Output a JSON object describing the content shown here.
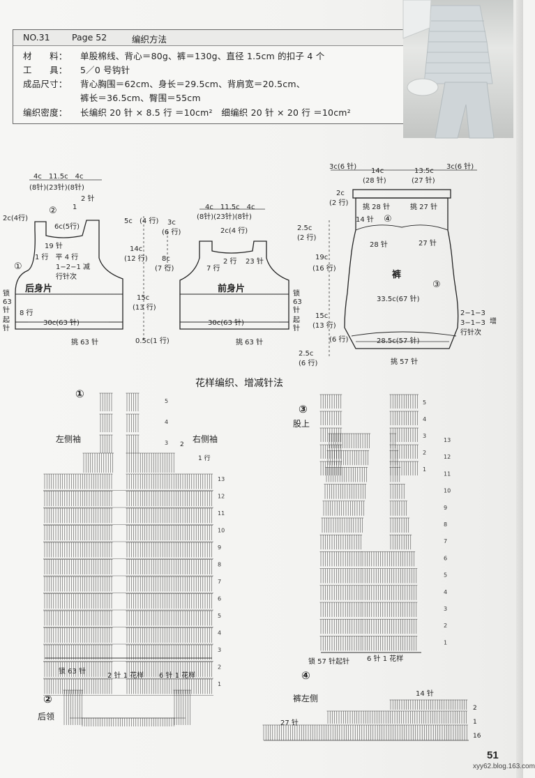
{
  "header": {
    "no": "NO.31",
    "page": "Page 52",
    "title": "编织方法"
  },
  "info": [
    {
      "label": "材　　料：",
      "value": "单股棉线、背心＝80g、裤＝130g、直径 1.5cm 的扣子 4 个"
    },
    {
      "label": "工　　具：",
      "value": "5／0 号钩针"
    },
    {
      "label": "成品尺寸：",
      "value": "背心胸围＝62cm、身长＝29.5cm、背肩宽＝20.5cm、"
    },
    {
      "label": "",
      "value": "裤长＝36.5cm、臀围＝55cm"
    },
    {
      "label": "编织密度：",
      "value": "长编织 20 针 × 8.5 行 ＝10cm²　细编织 20 针 × 20 行 ＝10cm²"
    }
  ],
  "back": {
    "title": "后身片",
    "top1": "4c　11.5c　4c",
    "top2": "(8针)(23针)(8针)",
    "shoulder": "2 针",
    "one": "1",
    "shoulder_w": "2c(4行)",
    "collar": "6c(5行)",
    "n19": "19 针",
    "flat": "1 行　平 4 行",
    "dec": "1−2−1 减",
    "decsub": "行针次",
    "side": "锁",
    "side2": "63",
    "side3": "针",
    "side4": "起",
    "side5": "针",
    "rows8": "8 行",
    "w30": "30c(63 针)",
    "pick": "挑 63 针",
    "c1": "①",
    "c2": "②"
  },
  "mid": {
    "a": "5c",
    "a2": "(4 行)",
    "b": "3c",
    "b2": "(6 行)",
    "c": "14c",
    "c2": "(12 行)",
    "d": "8c",
    "d2": "(7 行)",
    "e": "15c",
    "e2": "(13 行)",
    "f": "0.5c(1 行)"
  },
  "front": {
    "title": "前身片",
    "top1": "4c　11.5c　4c",
    "top2": "(8针)(23针)(8针)",
    "collar": "2c(4 行)",
    "two": "2 行",
    "n23": "23 针",
    "seven": "7 行",
    "w30": "30c(63 针)",
    "pick": "挑 63 针",
    "side": "锁",
    "side2": "63",
    "side3": "针",
    "side4": "起",
    "side5": "针"
  },
  "pants": {
    "title": "裤",
    "t1": "3c(6 针)",
    "t2": "14c",
    "t3": "13.5c",
    "t4": "3c(6 针)",
    "t5": "(28 针)",
    "t6": "(27 针)",
    "waist": "2c",
    "waist2": "(2 行)",
    "p28": "挑 28 针",
    "p27": "挑 27 针",
    "n14": "14 针",
    "c4": "④",
    "l25": "2.5c",
    "l25b": "(2 行)",
    "n28": "28 针",
    "n27": "27 针",
    "l19": "19c",
    "l19b": "(16 行)",
    "l15": "15c",
    "l15b": "(13 行)",
    "w335": "33.5c(67 针)",
    "c3": "③",
    "inc1": "2−1−3",
    "inc2": "3−1−3",
    "inc3": "行针次",
    "inc4": "增",
    "l6": "(6 行)",
    "w285": "28.5c(57 针)",
    "l25c": "2.5c",
    "l25d": "(6 行)",
    "pick57": "挑 57 针"
  },
  "pattern_title": "花样编织、增减针法",
  "d1": {
    "num": "①",
    "left": "左侧袖",
    "right": "右侧袖",
    "arrow2": "2",
    "arrow1": "1 行",
    "bottom1": "锁 63 针",
    "bottom2": "2 针 1 花样",
    "bottom3": "6 针 1 花样",
    "rows": [
      "13",
      "12",
      "11",
      "10",
      "9",
      "8",
      "7",
      "6",
      "5",
      "4",
      "3",
      "2",
      "1"
    ],
    "top": [
      "5",
      "4",
      "3"
    ]
  },
  "d2": {
    "num": "②",
    "label": "后领"
  },
  "d3": {
    "num": "③",
    "label": "股上",
    "bottom1": "锁 57 针起针",
    "bottom2": "6 针 1 花样",
    "rows": [
      "13",
      "12",
      "11",
      "10",
      "9",
      "8",
      "7",
      "6",
      "5",
      "4",
      "3",
      "2",
      "1"
    ],
    "top": [
      "5",
      "4",
      "3",
      "2",
      "1"
    ]
  },
  "d4": {
    "num": "④",
    "label": "裤左侧",
    "n14": "14 针",
    "n27": "27 针",
    "r2": "2",
    "r1": "1",
    "r16": "16"
  },
  "page_number": "51",
  "footer": "xyy62.blog.163.com"
}
